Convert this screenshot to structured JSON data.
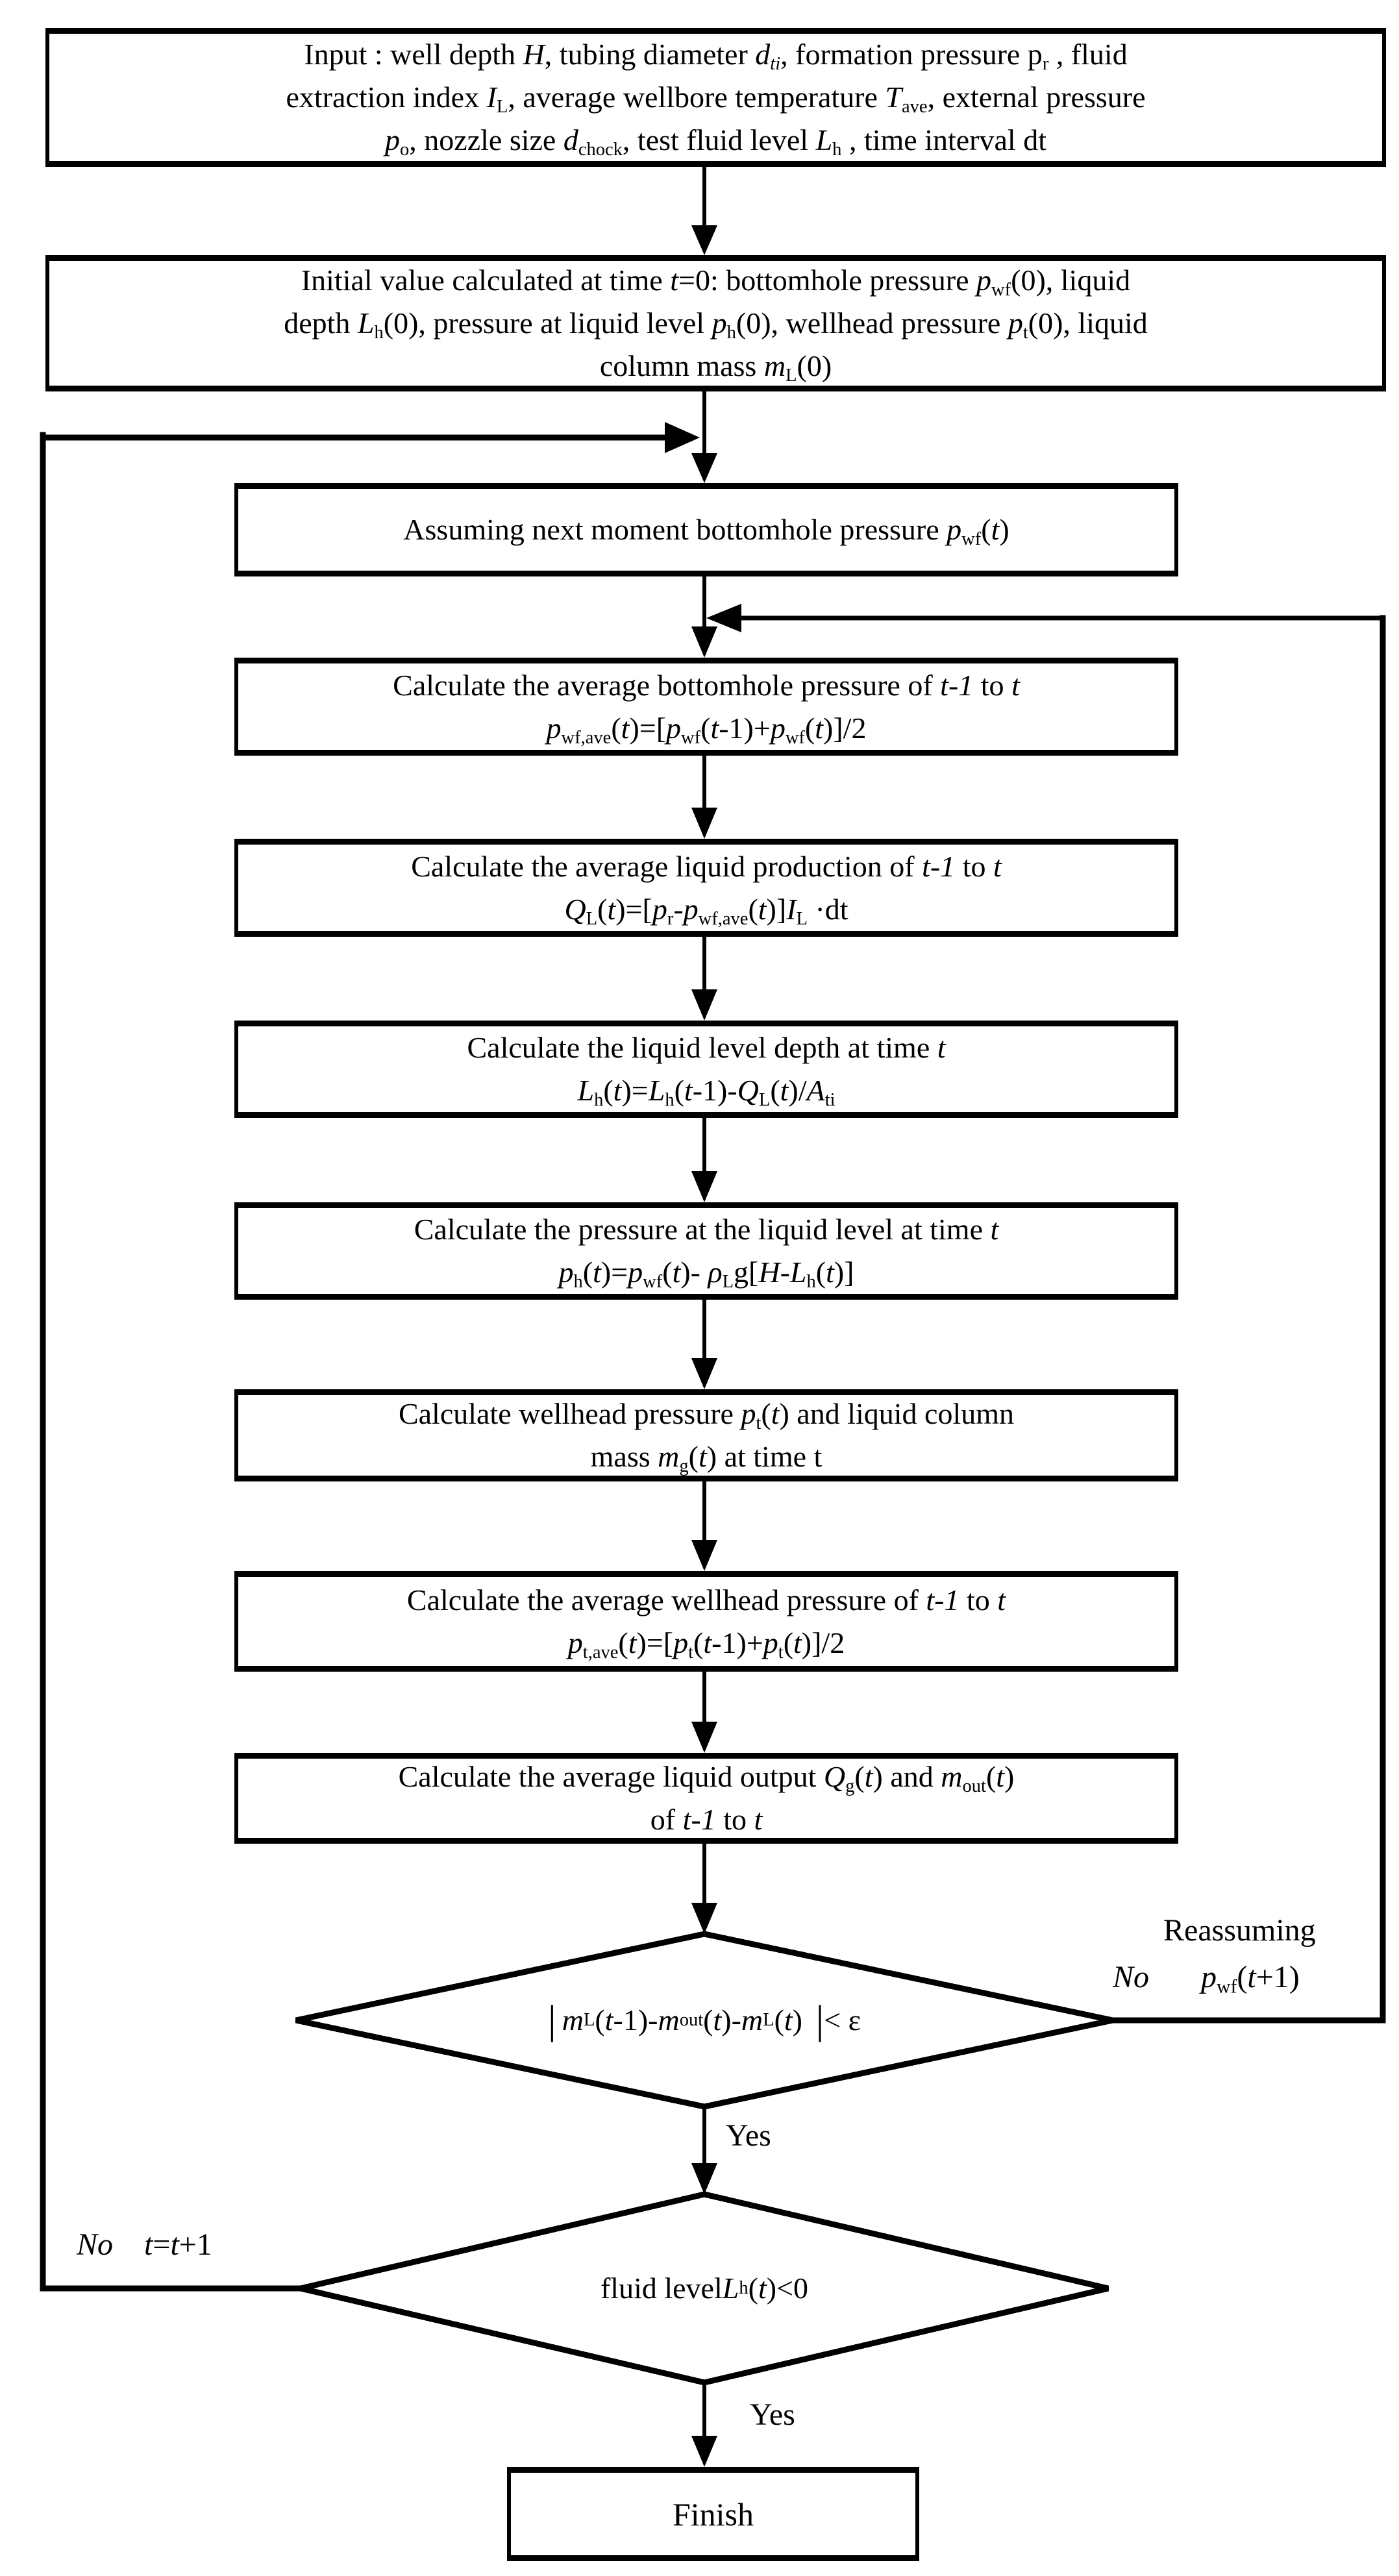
{
  "figure": {
    "kind": "flowchart",
    "description_visible": false
  },
  "colors": {
    "line": "#000000",
    "background": "#ffffff",
    "text": "#000000"
  },
  "nodes": {
    "input": {
      "lines": [
        "Input : well depth <i>H</i>, tubing diameter <i>d<sub>ti</sub></i>, formation pressure p<sub>r</sub> , fluid",
        "extraction index <i>I</i><sub>L</sub>, average wellbore temperature <i>T</i><sub>ave</sub>, external pressure",
        "<i>p</i><sub>o</sub>, nozzle size <i>d</i><sub>chock</sub>, test fluid level <i>L</i><sub>h</sub> , time interval dt"
      ]
    },
    "initial": {
      "lines": [
        "Initial value calculated at time <i>t</i>=0: bottomhole pressure <i>p</i><sub>wf</sub>(0), liquid",
        "depth <i>L</i><sub>h</sub>(0), pressure at liquid level <i>p</i><sub>h</sub>(0), wellhead pressure <i>p</i><sub>t</sub>(0), liquid",
        "column mass <i>m</i><sub>L</sub>(0)"
      ]
    },
    "assume": {
      "lines": [
        "Assuming next moment bottomhole pressure <i>p</i><sub>wf</sub>(<i>t</i>)"
      ]
    },
    "avg_bottomhole_pressure": {
      "lines": [
        "Calculate the average bottomhole pressure of <i>t-1</i> to <i>t</i>",
        "<i>p</i><sub>wf,ave</sub>(<i>t</i>)=[<i>p</i><sub>wf</sub>(<i>t</i>-1)+<i>p</i><sub>wf</sub>(<i>t</i>)]/2"
      ]
    },
    "avg_liquid_production": {
      "lines": [
        "Calculate the average liquid production of <i>t-1</i> to <i>t</i>",
        "<i>Q</i><sub>L</sub>(<i>t</i>)=[<i>p</i><sub>r</sub>-<i>p</i><sub>wf,ave</sub>(<i>t</i>)]<i>I</i><sub>L</sub> &#183;dt"
      ]
    },
    "liquid_level_depth": {
      "lines": [
        "Calculate the liquid level depth at time <i>t</i>",
        "<i>L</i><sub>h</sub>(<i>t</i>)=<i>L</i><sub>h</sub>(<i>t</i>-1)-<i>Q</i><sub>L</sub>(<i>t</i>)/<i>A</i><sub>ti</sub>"
      ]
    },
    "pressure_at_liquid_level": {
      "lines": [
        "Calculate the pressure at the liquid level at time <i>t</i>",
        "<i>p</i><sub>h</sub>(<i>t</i>)=<i>p</i><sub>wf</sub>(<i>t</i>)- <i>&#961;</i><sub>L</sub>g[<i>H</i>-<i>L</i><sub>h</sub>(<i>t</i>)]"
      ]
    },
    "wellhead_pressure": {
      "lines": [
        "Calculate wellhead pressure <i>p</i><sub>t</sub>(<i>t</i>) and liquid column",
        "mass <i>m</i><sub>g</sub>(<i>t</i>) at time t"
      ]
    },
    "avg_wellhead_pressure": {
      "lines": [
        "Calculate the average wellhead pressure of <i>t-1</i> to <i>t</i>",
        "<i>p</i><sub>t,ave</sub>(<i>t</i>)=[<i>p</i><sub>t</sub>(<i>t</i>-1)+<i>p</i><sub>t</sub>(<i>t</i>)]/2"
      ]
    },
    "avg_liquid_output": {
      "lines": [
        "Calculate the average liquid output <i>Q</i><sub>g</sub>(<i>t</i>) and <i>m</i><sub>out</sub>(<i>t</i>)",
        "of <i>t-1</i> to <i>t</i>"
      ]
    },
    "decision_mass_balance": {
      "text": "<span class=\"vbar\">|</span>&#8201; <i>m</i><sub>L</sub>(<i>t</i>-1)-<i>m</i><sub>out</sub>(<i>t</i>)-<i>m</i><sub>L</sub>(<i>t</i>) &#8201;<span class=\"vbar\">|</span> &lt; &#949;"
    },
    "decision_fluid_level": {
      "text": "fluid level <i>L</i><sub>h</sub>(<i>t</i>)&lt;0"
    },
    "finish": {
      "text": "Finish"
    }
  },
  "labels": {
    "yes_after_mass_balance": "Yes",
    "yes_after_fluid_level": "Yes",
    "no_right": "<i>No</i>",
    "reassuming": "Reassuming",
    "reassuming_target": "<i>p</i><sub>wf</sub>(<i>t</i>+1)",
    "no_left": "<i>No</i>&#8195;<i>t</i>=<i>t</i>+1"
  }
}
